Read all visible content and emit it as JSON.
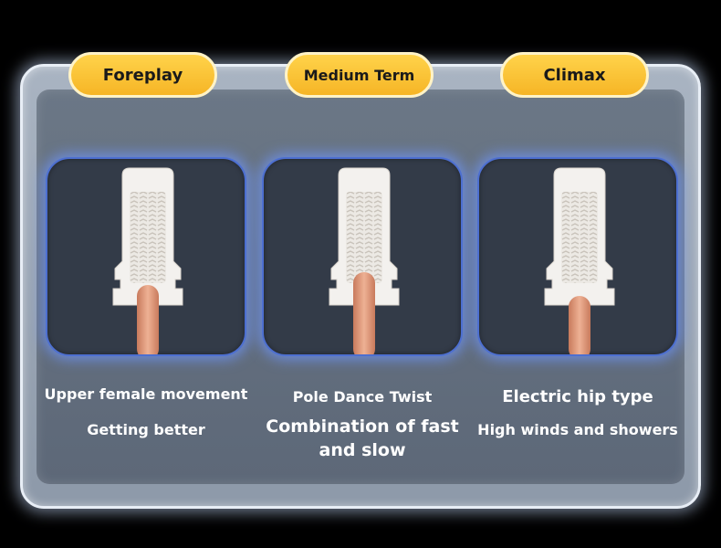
{
  "stages": [
    {
      "label": "Foreplay",
      "caption_primary": "Upper female movement",
      "caption_secondary": "Getting better"
    },
    {
      "label": "Medium Term",
      "caption_primary": "Pole Dance Twist",
      "caption_secondary": "Combination of fast and slow"
    },
    {
      "label": "Climax",
      "caption_primary": "Electric hip type",
      "caption_secondary": "High winds and showers"
    }
  ],
  "colors": {
    "pill": "#f6b526",
    "card": "#333b48",
    "glow": "#4d6fd0",
    "panel": "#6b7786",
    "rod": "#e8a482"
  }
}
